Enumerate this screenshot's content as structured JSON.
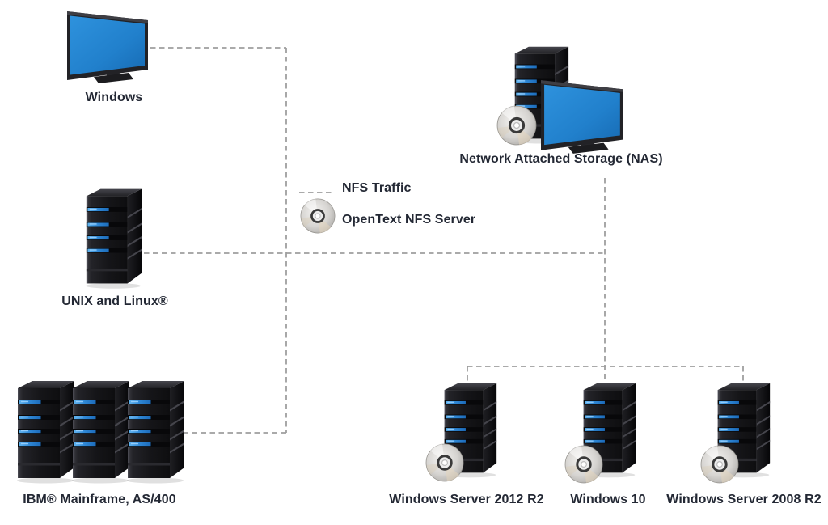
{
  "diagram": {
    "background": "#ffffff",
    "nodes": {
      "windows": {
        "label": "Windows",
        "icons": [
          "monitor-icon"
        ]
      },
      "nas": {
        "label": "Network Attached Storage (NAS)",
        "icons": [
          "server-tower-icon",
          "monitor-icon",
          "disc-icon"
        ]
      },
      "unix": {
        "label": "UNIX and Linux®",
        "icons": [
          "server-tower-icon"
        ]
      },
      "ibm": {
        "label": "IBM® Mainframe, AS/400",
        "icons": [
          "server-tower-icon",
          "server-tower-icon",
          "server-tower-icon"
        ]
      },
      "ws2012": {
        "label": "Windows Server 2012 R2",
        "icons": [
          "server-tower-icon",
          "disc-icon"
        ]
      },
      "win10": {
        "label": "Windows 10",
        "icons": [
          "server-tower-icon",
          "disc-icon"
        ]
      },
      "ws2008": {
        "label": "Windows Server 2008 R2",
        "icons": [
          "server-tower-icon",
          "disc-icon"
        ]
      }
    },
    "legend": {
      "line_label": "NFS Traffic",
      "disc_label": "OpenText NFS Server"
    },
    "colors": {
      "connector_line": "#9e9e9e",
      "text": "#232834",
      "screen_blue": "#2486cd",
      "led_blue": "#2e86d4",
      "tower_black": "#17171a",
      "disc_silver": "#c9c7c4"
    }
  }
}
